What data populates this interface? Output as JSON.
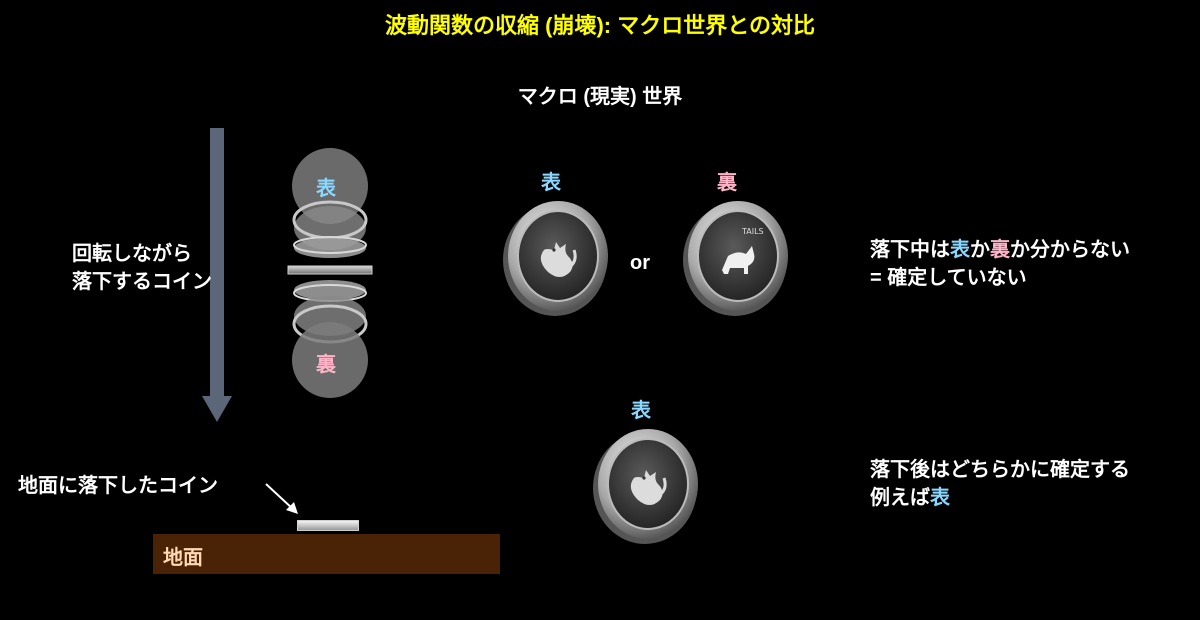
{
  "title": "波動関数の収縮 (崩壊): マクロ世界との対比",
  "subtitle": "マクロ (現実) 世界",
  "falling": {
    "line1": "回転しながら",
    "line2": "落下するコイン",
    "omote_label": "表",
    "ura_label": "裏"
  },
  "landed": {
    "label": "地面に落下したコイン",
    "ground_label": "地面"
  },
  "coins": {
    "heads_label": "表",
    "tails_label": "裏",
    "or_text": "or",
    "tails_engraving": "TAILS",
    "result_label": "表"
  },
  "explanation1": {
    "part1": "落下中は",
    "omote": "表",
    "part2": "か",
    "ura": "裏",
    "part3": "か分からない",
    "line2": "= 確定していない"
  },
  "explanation2": {
    "line1": "落下後はどちらかに確定する",
    "line2_prefix": "例えば",
    "line2_omote": "表"
  },
  "colors": {
    "title": "#ffff00",
    "omote": "#8ad8ff",
    "ura": "#ffb3c8",
    "ground": "#4a2306",
    "arrow": "#5b6678"
  }
}
